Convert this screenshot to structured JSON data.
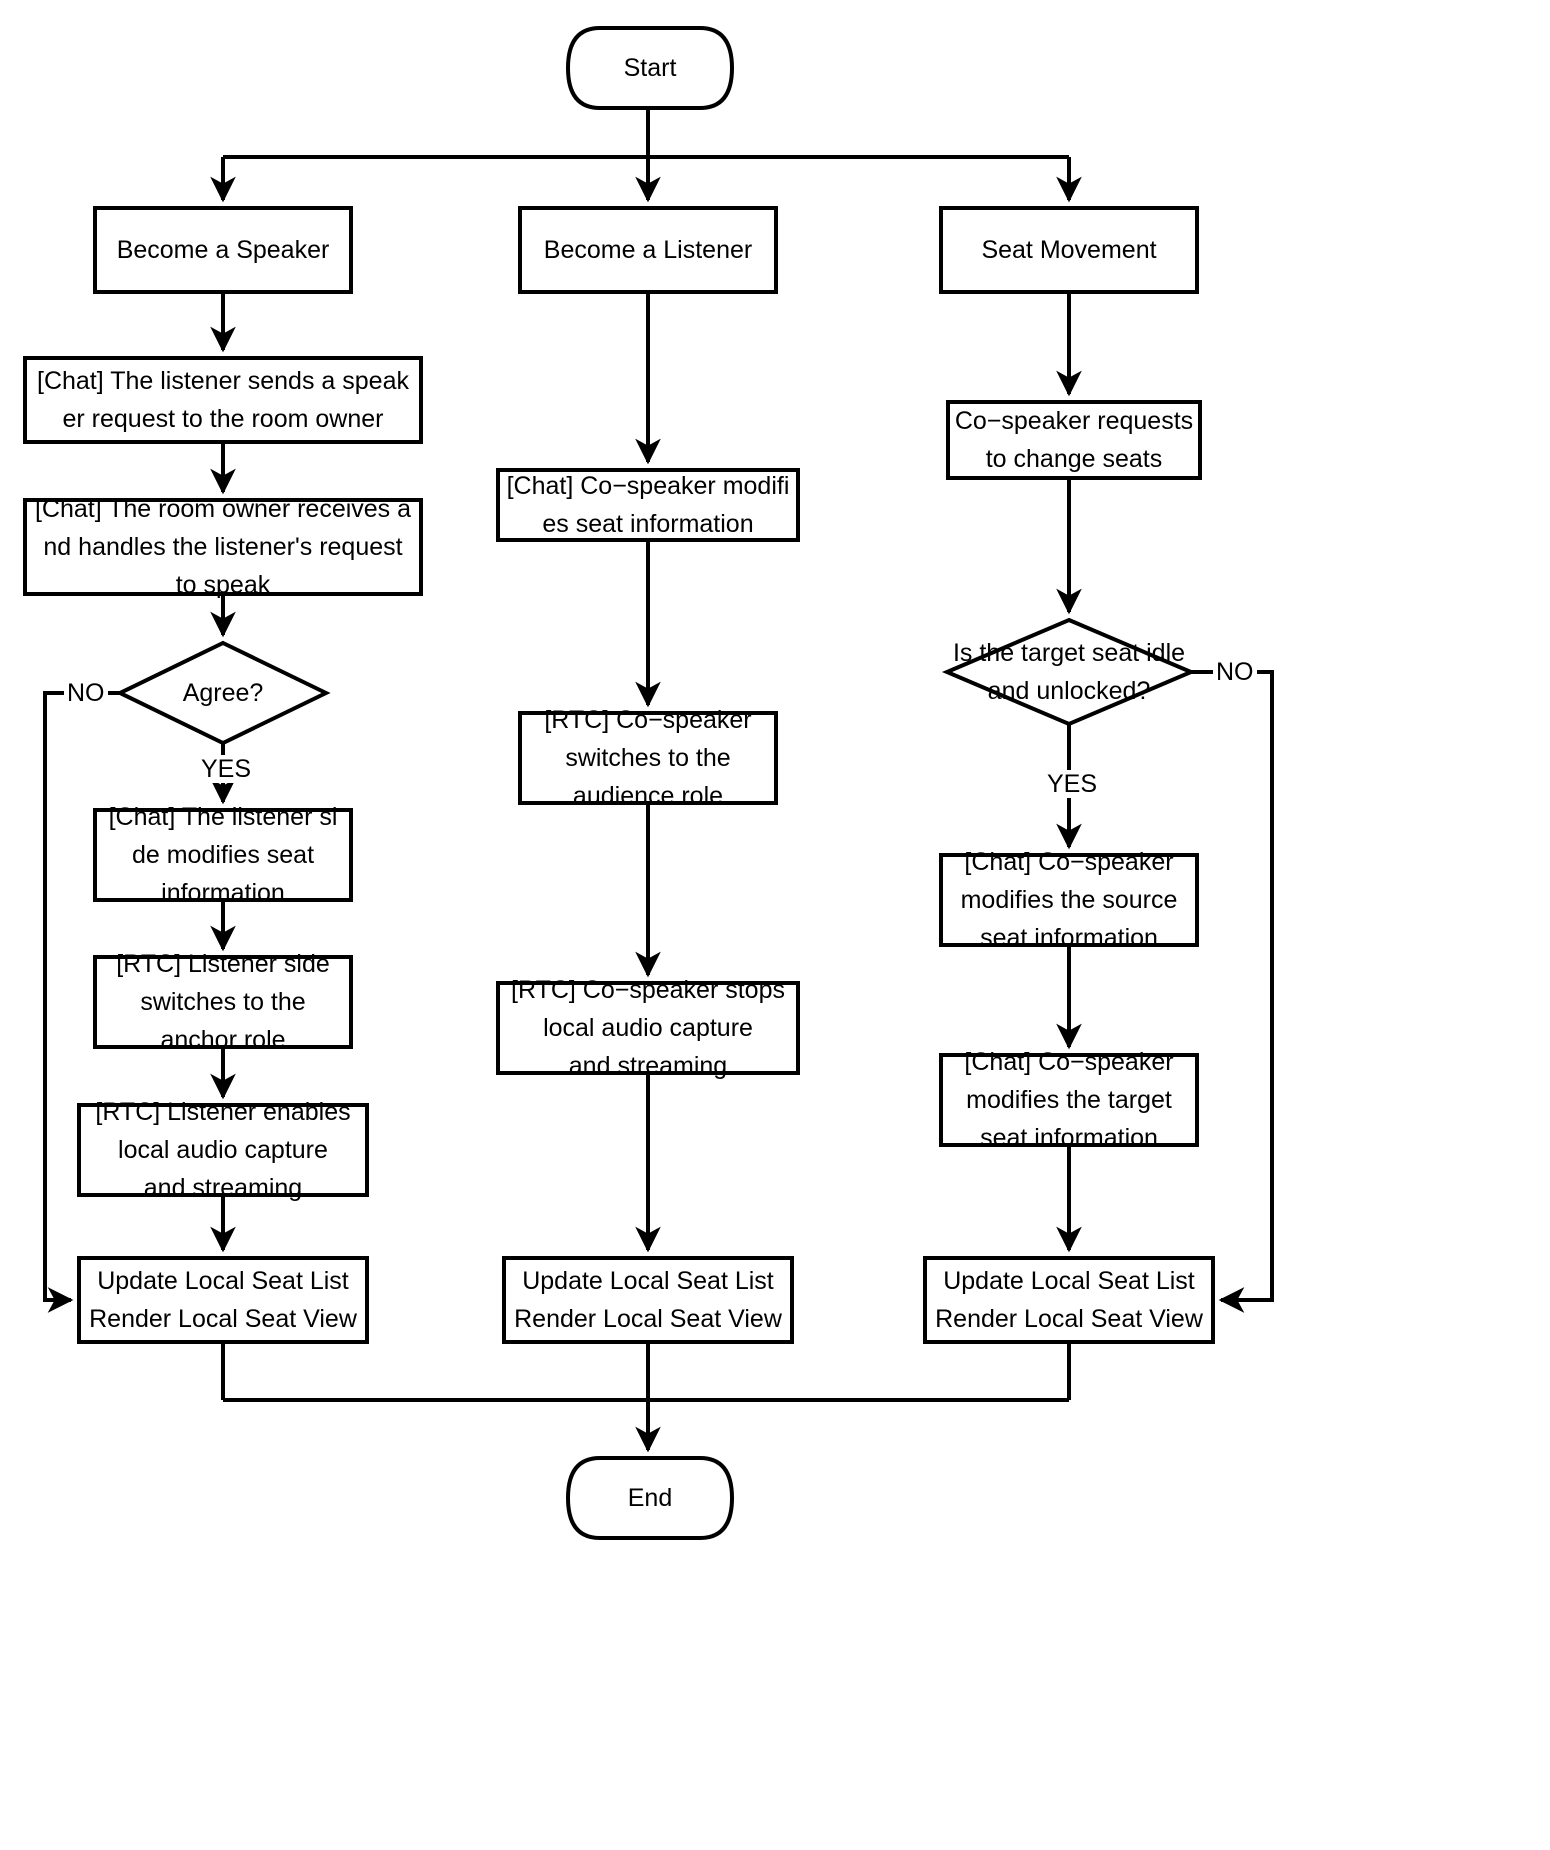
{
  "diagram": {
    "title": "Voice chat room seat management flowchart",
    "type": "flowchart",
    "background": "#ffffff",
    "stroke_color": "#000000",
    "fill_color": "#ffffff",
    "nodes": {
      "start": {
        "label": "Start",
        "shape": "stadium"
      },
      "end": {
        "label": "End",
        "shape": "stadium"
      },
      "become_speaker": {
        "label": "Become a Speaker",
        "shape": "rect"
      },
      "become_listener": {
        "label": "Become a Listener",
        "shape": "rect"
      },
      "seat_movement": {
        "label": "Seat Movement",
        "shape": "rect"
      },
      "l1": {
        "label": "[Chat] The listener sends a speak\ner request to the room owner",
        "shape": "rect"
      },
      "l2": {
        "label": "[Chat] The room owner receives a\nnd handles the listener's request\nto speak",
        "shape": "rect"
      },
      "l3": {
        "label": "Agree?",
        "shape": "diamond"
      },
      "l4": {
        "label": "[Chat] The listener si\nde modifies seat\ninformation",
        "shape": "rect"
      },
      "l5": {
        "label": "[RTC] Listener side\nswitches to the\nanchor role",
        "shape": "rect"
      },
      "l6": {
        "label": "[RTC] Listener enables\nlocal audio capture\nand streaming",
        "shape": "rect"
      },
      "l7": {
        "label": "Update Local Seat List\nRender Local Seat View",
        "shape": "rect"
      },
      "m1": {
        "label": "[Chat] Co−speaker modifi\nes seat information",
        "shape": "rect"
      },
      "m2": {
        "label": "[RTC] Co−speaker\nswitches to the\naudience role",
        "shape": "rect"
      },
      "m3": {
        "label": "[RTC] Co−speaker stops\nlocal audio capture\nand streaming",
        "shape": "rect"
      },
      "m4": {
        "label": "Update Local Seat List\nRender Local Seat View",
        "shape": "rect"
      },
      "r1": {
        "label": "Co−speaker requests\nto change seats",
        "shape": "rect"
      },
      "r2": {
        "label": "Is the target seat idle\nand unlocked?",
        "shape": "diamond"
      },
      "r3": {
        "label": "[Chat] Co−speaker\nmodifies the source\nseat information",
        "shape": "rect"
      },
      "r4": {
        "label": "[Chat] Co−speaker\nmodifies the target\nseat information",
        "shape": "rect"
      },
      "r5": {
        "label": "Update Local Seat List\nRender Local Seat View",
        "shape": "rect"
      }
    },
    "edge_labels": {
      "agree_no": "NO",
      "agree_yes": "YES",
      "seat_no": "NO",
      "seat_yes": "YES"
    }
  }
}
